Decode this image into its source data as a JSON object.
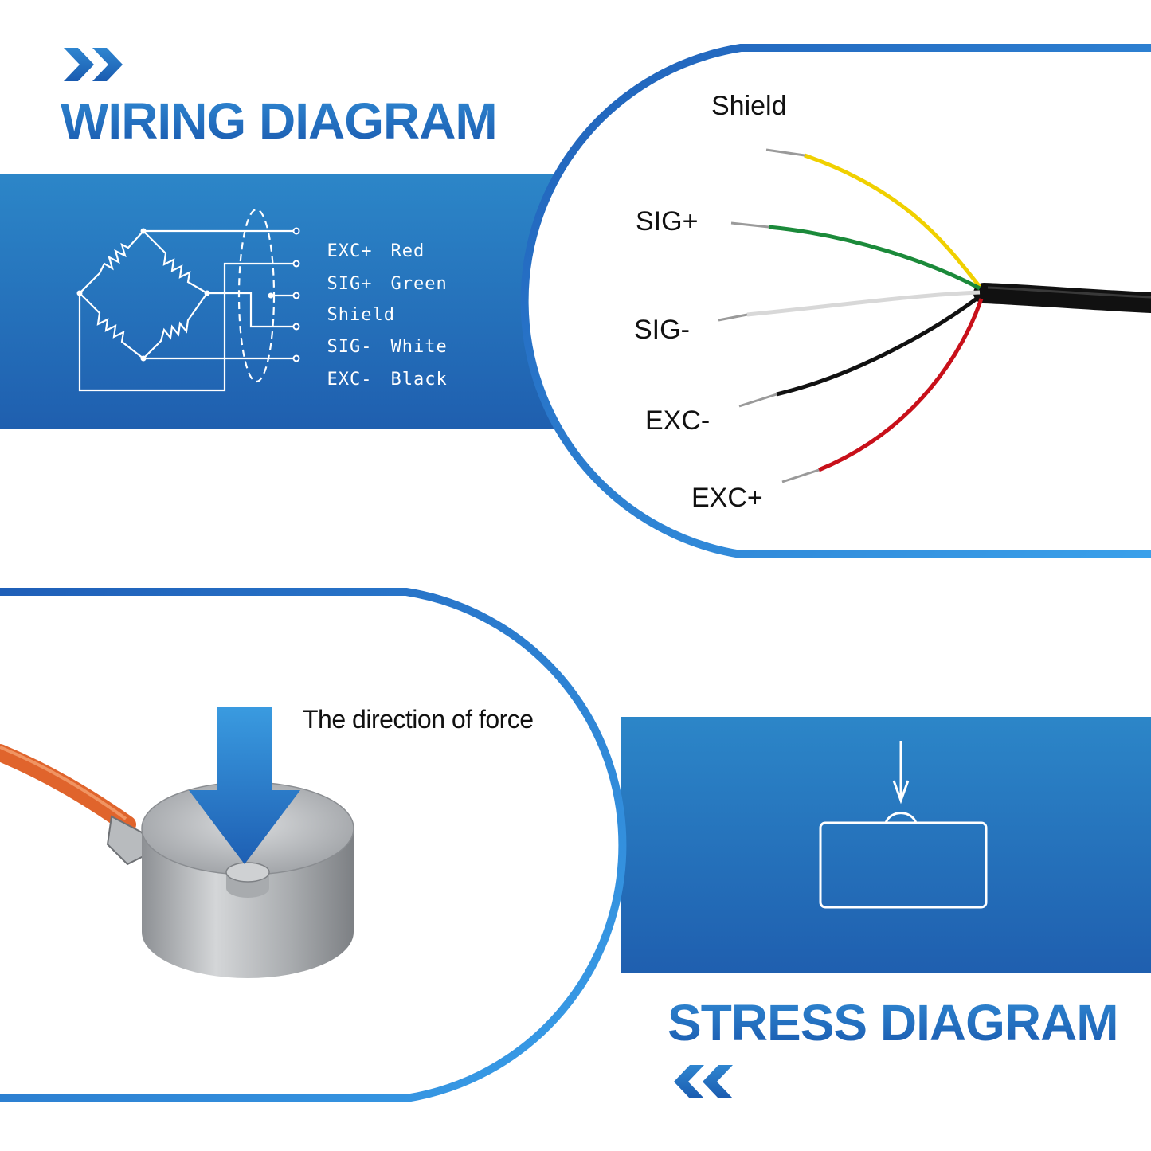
{
  "wiring": {
    "title": "WIRING DIAGRAM",
    "legend": [
      {
        "signal": "EXC+",
        "color": "Red"
      },
      {
        "signal": "SIG+",
        "color": "Green"
      },
      {
        "signal": "Shield",
        "color": ""
      },
      {
        "signal": "SIG-",
        "color": "White"
      },
      {
        "signal": "EXC-",
        "color": "Black"
      }
    ],
    "wire_labels": {
      "shield": "Shield",
      "sig_plus": "SIG+",
      "sig_minus": "SIG-",
      "exc_minus": "EXC-",
      "exc_plus": "EXC+"
    }
  },
  "stress": {
    "title": "STRESS DIAGRAM",
    "force_label": "The direction of force"
  },
  "colors": {
    "brand_blue": "#1f63b4",
    "band_top": "#2c86c8",
    "band_bottom": "#1f5faf",
    "wire_yellow": "#f0d000",
    "wire_green": "#1b8a3a",
    "wire_white": "#e8e8e8",
    "wire_black": "#111111",
    "wire_red": "#c8101a",
    "cable_orange": "#e0642c"
  },
  "icons": {
    "title_top_chevrons": "double-chevron-right-icon",
    "title_bottom_chevrons": "double-chevron-left-icon",
    "force_arrow": "down-arrow-icon"
  }
}
